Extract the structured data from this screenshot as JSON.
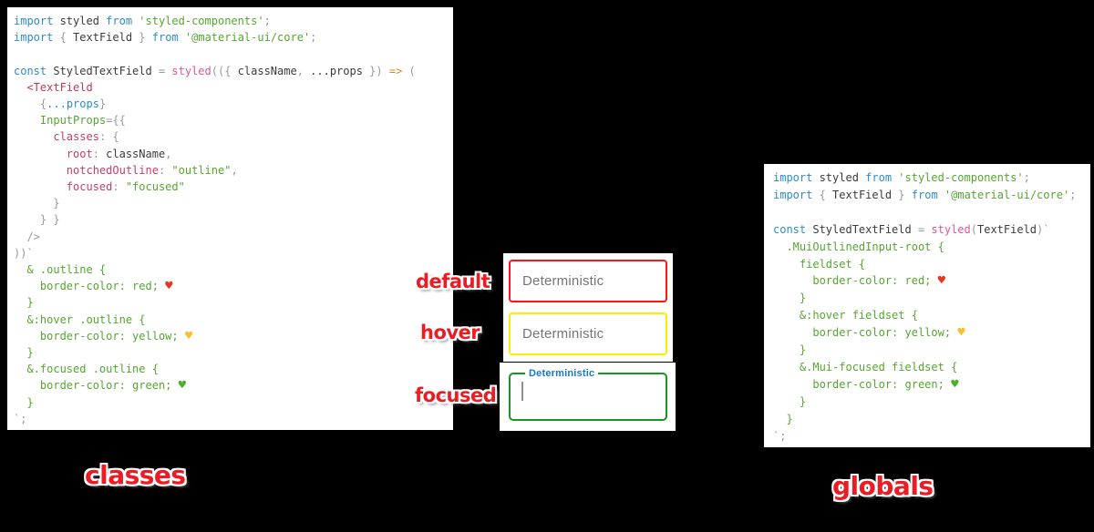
{
  "colors": {
    "canvas": "#000000",
    "panel": "#ffffff",
    "kw": "#2e8bc9",
    "plain": "#3b3b3b",
    "punct": "#9a9a9a",
    "str": "#55a630",
    "pink": "#e1559b",
    "key": "#bf3e6e",
    "jsx": "#c53a54",
    "arrow": "#d98a27",
    "heart_red": "#ea3423",
    "heart_yellow": "#fbc02d",
    "heart_green": "#4caf2f",
    "label_red": "#ec1c24",
    "field_text_gray": "#757575",
    "focused_label_blue": "#1677d2"
  },
  "left_code": {
    "lines": [
      [
        [
          "kw",
          "import"
        ],
        [
          "plain",
          " styled "
        ],
        [
          "kw",
          "from"
        ],
        [
          "str",
          " 'styled-components'"
        ],
        [
          "punct",
          ";"
        ]
      ],
      [
        [
          "kw",
          "import"
        ],
        [
          "punct",
          " { "
        ],
        [
          "plain",
          "TextField"
        ],
        [
          "punct",
          " } "
        ],
        [
          "kw",
          "from"
        ],
        [
          "str",
          " '@material-ui/core'"
        ],
        [
          "punct",
          ";"
        ]
      ],
      [],
      [
        [
          "kw",
          "const"
        ],
        [
          "plain",
          " StyledTextField "
        ],
        [
          "punct",
          "= "
        ],
        [
          "pink",
          "styled"
        ],
        [
          "punct",
          "(({ "
        ],
        [
          "plain",
          "className"
        ],
        [
          "punct",
          ", "
        ],
        [
          "plain",
          "...props"
        ],
        [
          "punct",
          " }) "
        ],
        [
          "arrow",
          "=>"
        ],
        [
          "punct",
          " ("
        ]
      ],
      [
        [
          "plain",
          "  "
        ],
        [
          "jsx",
          "<TextField"
        ]
      ],
      [
        [
          "plain",
          "    "
        ],
        [
          "punct",
          "{"
        ],
        [
          "kw",
          "...props"
        ],
        [
          "punct",
          "}"
        ]
      ],
      [
        [
          "plain",
          "    "
        ],
        [
          "str",
          "InputProps"
        ],
        [
          "punct",
          "={{"
        ]
      ],
      [
        [
          "plain",
          "      "
        ],
        [
          "key",
          "classes"
        ],
        [
          "punct",
          ": {"
        ]
      ],
      [
        [
          "plain",
          "        "
        ],
        [
          "key",
          "root"
        ],
        [
          "punct",
          ": "
        ],
        [
          "plain",
          "className"
        ],
        [
          "punct",
          ","
        ]
      ],
      [
        [
          "plain",
          "        "
        ],
        [
          "key",
          "notchedOutline"
        ],
        [
          "punct",
          ": "
        ],
        [
          "str",
          "\"outline\""
        ],
        [
          "punct",
          ","
        ]
      ],
      [
        [
          "plain",
          "        "
        ],
        [
          "key",
          "focused"
        ],
        [
          "punct",
          ": "
        ],
        [
          "str",
          "\"focused\""
        ]
      ],
      [
        [
          "punct",
          "      }"
        ]
      ],
      [
        [
          "punct",
          "    } }"
        ]
      ],
      [
        [
          "punct",
          "  />"
        ]
      ],
      [
        [
          "punct",
          "))`"
        ]
      ],
      [
        [
          "str",
          "  & .outline {"
        ]
      ],
      [
        [
          "str",
          "    border-color: red; "
        ],
        [
          "heart_red",
          "♥"
        ]
      ],
      [
        [
          "str",
          "  }"
        ]
      ],
      [
        [
          "str",
          "  &:hover .outline {"
        ]
      ],
      [
        [
          "str",
          "    border-color: yellow; "
        ],
        [
          "heart_yellow",
          "♥"
        ]
      ],
      [
        [
          "str",
          "  }"
        ]
      ],
      [
        [
          "str",
          "  &.focused .outline {"
        ]
      ],
      [
        [
          "str",
          "    border-color: green; "
        ],
        [
          "heart_green",
          "♥"
        ]
      ],
      [
        [
          "str",
          "  }"
        ]
      ],
      [
        [
          "punct",
          "`;"
        ]
      ]
    ]
  },
  "right_code": {
    "lines": [
      [
        [
          "kw",
          "import"
        ],
        [
          "plain",
          " styled "
        ],
        [
          "kw",
          "from"
        ],
        [
          "str",
          " 'styled-components'"
        ],
        [
          "punct",
          ";"
        ]
      ],
      [
        [
          "kw",
          "import"
        ],
        [
          "punct",
          " { "
        ],
        [
          "plain",
          "TextField"
        ],
        [
          "punct",
          " } "
        ],
        [
          "kw",
          "from"
        ],
        [
          "str",
          " '@material-ui/core'"
        ],
        [
          "punct",
          ";"
        ]
      ],
      [],
      [
        [
          "kw",
          "const"
        ],
        [
          "plain",
          " StyledTextField "
        ],
        [
          "punct",
          "= "
        ],
        [
          "pink",
          "styled"
        ],
        [
          "punct",
          "("
        ],
        [
          "plain",
          "TextField"
        ],
        [
          "punct",
          ")`"
        ]
      ],
      [
        [
          "str",
          "  .MuiOutlinedInput-root {"
        ]
      ],
      [
        [
          "str",
          "    fieldset {"
        ]
      ],
      [
        [
          "str",
          "      border-color: red; "
        ],
        [
          "heart_red",
          "♥"
        ]
      ],
      [
        [
          "str",
          "    }"
        ]
      ],
      [
        [
          "str",
          "    &:hover fieldset {"
        ]
      ],
      [
        [
          "str",
          "      border-color: yellow; "
        ],
        [
          "heart_yellow",
          "♥"
        ]
      ],
      [
        [
          "str",
          "    }"
        ]
      ],
      [
        [
          "str",
          "    &.Mui-focused fieldset {"
        ]
      ],
      [
        [
          "str",
          "      border-color: green; "
        ],
        [
          "heart_green",
          "♥"
        ]
      ],
      [
        [
          "str",
          "    }"
        ]
      ],
      [
        [
          "str",
          "  }"
        ]
      ],
      [
        [
          "punct",
          "`;"
        ]
      ]
    ]
  },
  "middle": {
    "textfields": [
      {
        "state_label": "default",
        "value": "Deterministic",
        "border_color": "#ff1612"
      },
      {
        "state_label": "hover",
        "value": "Deterministic",
        "border_color": "#fdee00"
      },
      {
        "state_label": "focused",
        "notch_label": "Deterministic",
        "border_color": "#149622"
      }
    ]
  },
  "captions": {
    "left": "classes",
    "right": "globals"
  }
}
